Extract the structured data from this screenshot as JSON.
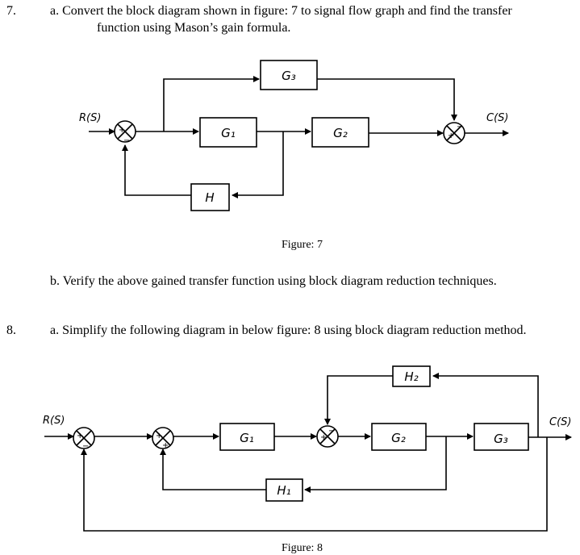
{
  "q7": {
    "number": "7.",
    "part_a_line1": "a. Convert the block diagram shown in figure: 7 to signal flow graph and find the transfer",
    "part_a_line2": "function using Mason’s gain formula.",
    "part_b": "b. Verify the above gained transfer function using block diagram reduction techniques."
  },
  "q8": {
    "number": "8.",
    "part_a": "a. Simplify the following diagram in below figure: 8 using block diagram reduction method."
  },
  "figure7": {
    "caption": "Figure: 7",
    "input": "R(S)",
    "output": "C(S)",
    "blocks": {
      "g1": "G₁",
      "g2": "G₂",
      "g3": "G₃",
      "h": "H"
    },
    "signs": {
      "s1_plus": "+",
      "s1_minus": "−",
      "s2_plus": "+",
      "s2_minus": "−"
    }
  },
  "figure8": {
    "caption": "Figure: 8",
    "input": "R(S)",
    "output": "C(S)",
    "blocks": {
      "g1": "G₁",
      "g2": "G₂",
      "g3": "G₃",
      "h1": "H₁",
      "h2": "H₂"
    },
    "signs": {
      "s1_plus": "+",
      "s1_minus": "−",
      "s2_plus": "+",
      "s2_plus_b": "+",
      "s3_plus": "+",
      "s3_minus": "−"
    }
  }
}
